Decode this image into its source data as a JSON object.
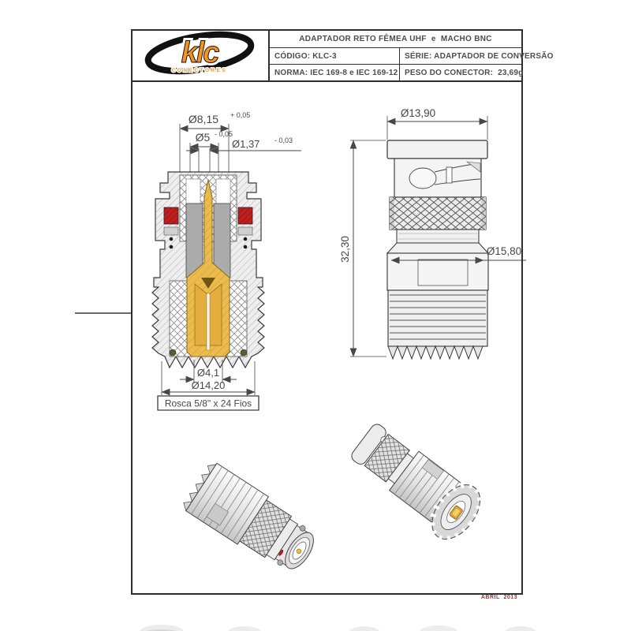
{
  "header": {
    "logo": {
      "brand": "klc",
      "tagline": "CONECTORES"
    },
    "title": "ADAPTADOR RETO FÊMEA UHF  e  MACHO BNC",
    "codigo": "CÓDIGO: KLC-3",
    "serie": "SÉRIE: ADAPTADOR DE CONVERSÃO",
    "norma": "NORMA: IEC 169-8 e IEC 169-12",
    "peso": "PESO DO CONECTOR:  23,69g"
  },
  "drawings": {
    "section_view": {
      "dim_d815": {
        "value": "Ø8,15",
        "tol": "+ 0,05"
      },
      "dim_d5": {
        "value": "Ø5",
        "tol": "- 0,05"
      },
      "dim_d137": {
        "value": "Ø1,37",
        "tol": "- 0,03"
      },
      "dim_d41": "Ø4,1",
      "dim_d1420": "Ø14,20",
      "thread_note": "Rosca 5/8\" x 24 Fios"
    },
    "side_view": {
      "dim_d1390": "Ø13,90",
      "dim_h3230": "32,30",
      "dim_d1580": "Ø15,80"
    }
  },
  "footer": {
    "date": "ABRIL  2013"
  },
  "colors": {
    "accent_orange": "#F7941E",
    "pin_gold": "#ECBB4D",
    "seal_red": "#BE1E1E",
    "line": "#3a3a3a",
    "date_red": "#8a3b3b"
  }
}
